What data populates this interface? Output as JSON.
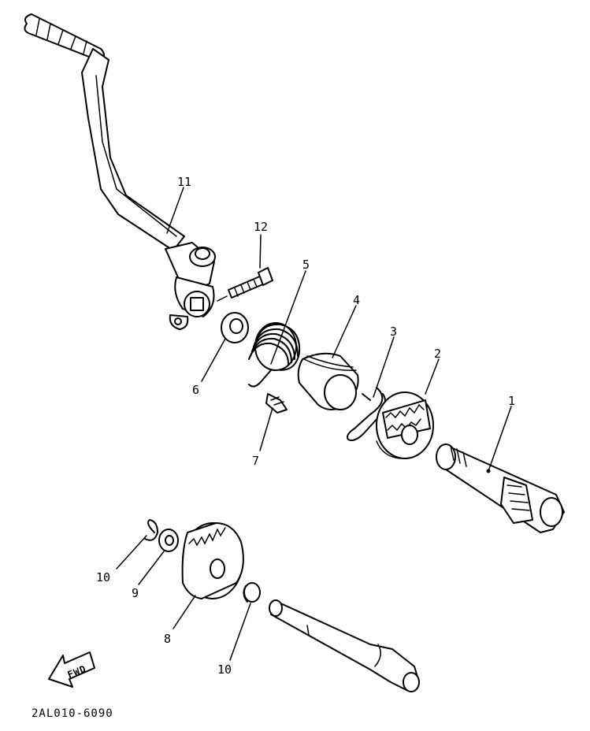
{
  "callouts": {
    "p1": "1",
    "p2": "2",
    "p3": "3",
    "p4": "4",
    "p5": "5",
    "p6": "6",
    "p7": "7",
    "p8": "8",
    "p9": "9",
    "p10a": "10",
    "p10b": "10",
    "p11": "11",
    "p12": "12"
  },
  "fwd_label": "FWD",
  "reference_code": "2AL010-6090"
}
